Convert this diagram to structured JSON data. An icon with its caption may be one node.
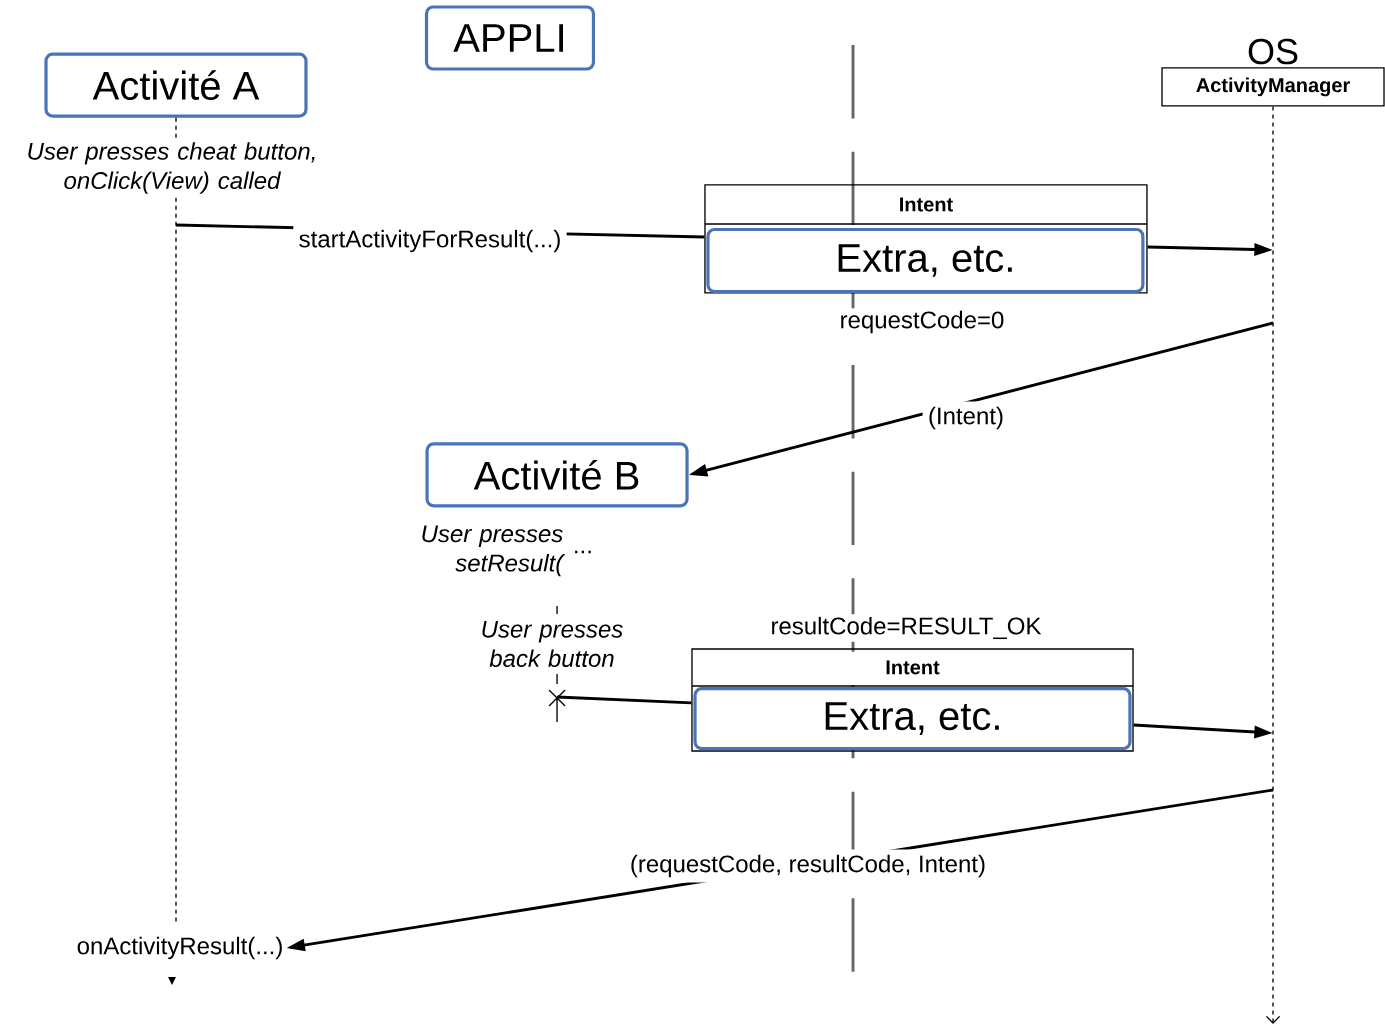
{
  "diagram": {
    "nodes": [
      {
        "text": [
          "APPLI"
        ]
      },
      {
        "text": [
          "Activité A"
        ]
      },
      {
        "text": [
          "OS",
          "ActivityManager"
        ]
      },
      {
        "text": [
          "Intent"
        ]
      },
      {
        "text": [
          "Extra, etc."
        ],
        "in": 3
      },
      {
        "text": [
          "Activité B"
        ]
      },
      {
        "text": [
          "Intent"
        ]
      },
      {
        "text": [
          "Extra, etc."
        ],
        "in": 6
      },
      {
        "text": [
          "onActivityResult(...)"
        ]
      }
    ],
    "edges": [
      {
        "from": 1,
        "to": 3,
        "arrow": "none",
        "label": "startActivityForResult(...)"
      },
      {
        "from": 3,
        "to": 2,
        "arrow": "to"
      },
      {
        "from": 2,
        "to": 5,
        "arrow": "to",
        "label": "(Intent)"
      },
      {
        "from": 5,
        "to": 6,
        "arrow": "none"
      },
      {
        "from": 6,
        "to": 2,
        "arrow": "to"
      },
      {
        "from": 2,
        "to": 8,
        "arrow": "to",
        "label": "(requestCode, resultCode, Intent)"
      }
    ],
    "labels": [
      "User presses cheat button, onClick(View) called",
      "requestCode=0",
      "User presses setResult(",
      "...",
      "User presses back button",
      "resultCode=RESULT_OK"
    ]
  }
}
